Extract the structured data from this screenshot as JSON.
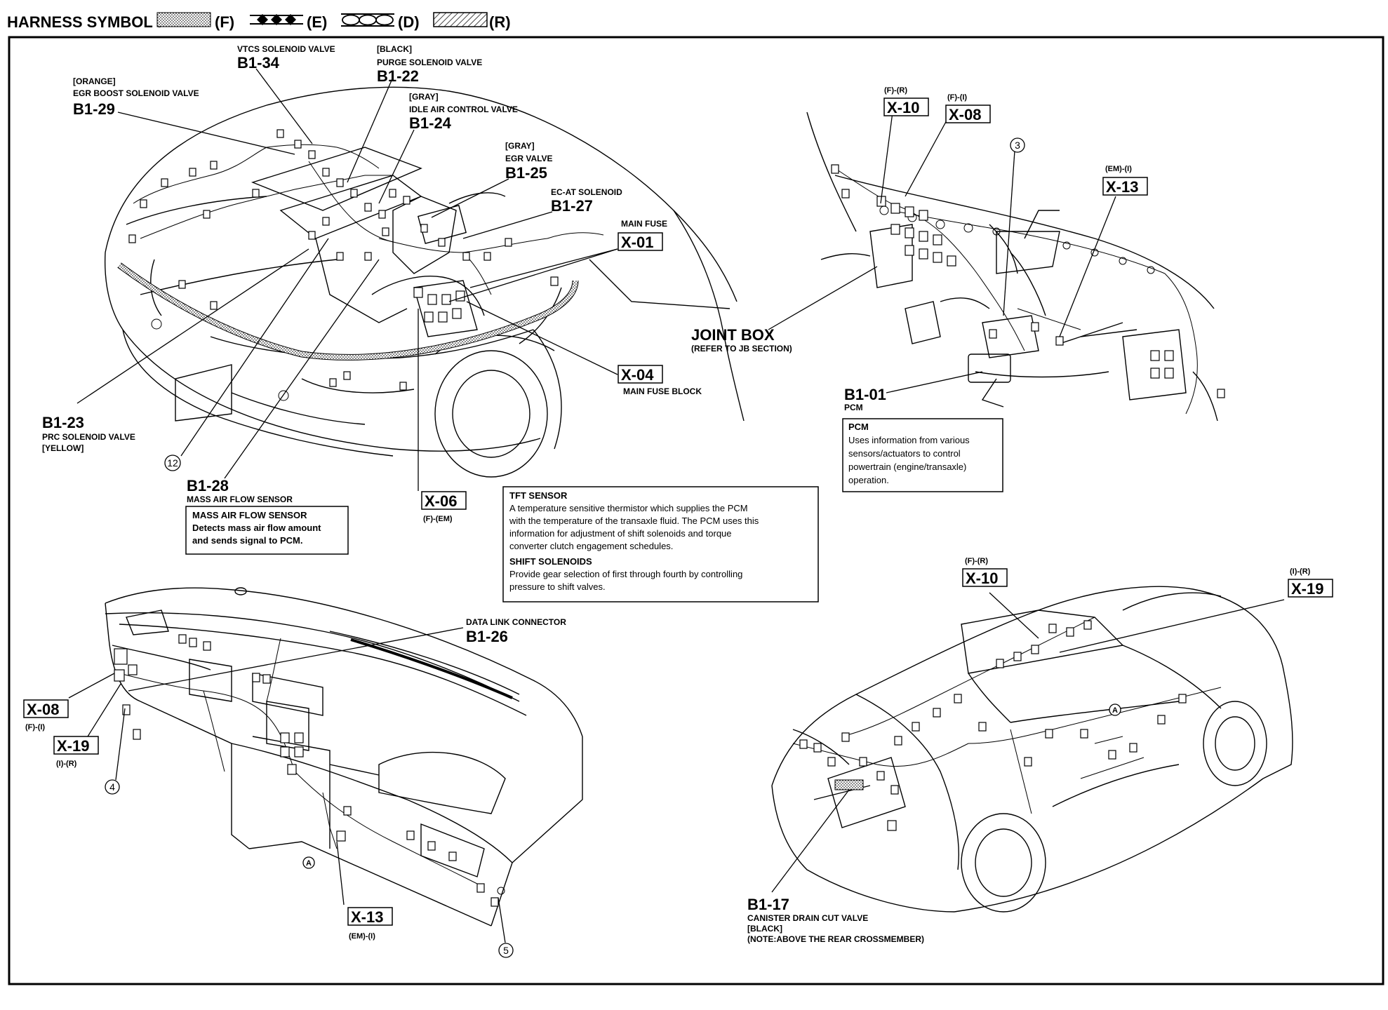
{
  "legend": {
    "title": "HARNESS SYMBOL :",
    "f": "(F)",
    "e": "(E)",
    "d": "(D)",
    "r": "(R)"
  },
  "labels": {
    "vtcs_name": "VTCS SOLENOID VALVE",
    "vtcs_code": "B1-34",
    "purge_color": "[BLACK]",
    "purge_name": "PURGE SOLENOID VALVE",
    "purge_code": "B1-22",
    "egrboost_color": "[ORANGE]",
    "egrboost_name": "EGR BOOST SOLENOID VALVE",
    "egrboost_code": "B1-29",
    "iac_color": "[GRAY]",
    "iac_name": "IDLE AIR CONTROL VALVE",
    "iac_code": "B1-24",
    "egr_color": "[GRAY]",
    "egr_name": "EGR VALVE",
    "egr_code": "B1-25",
    "ecat_name": "EC-AT SOLENOID",
    "ecat_code": "B1-27",
    "mainfuse_name": "MAIN FUSE",
    "mainfuse_code": "X-01",
    "x04_code": "X-04",
    "x04_name": "MAIN FUSE BLOCK",
    "x06_code": "X-06",
    "x06_tag": "(F)-(EM)",
    "prc_code": "B1-23",
    "prc_name": "PRC SOLENOID VALVE",
    "prc_color": "[YELLOW]",
    "maf_code": "B1-28",
    "maf_name": "MASS AIR FLOW SENSOR",
    "circle12": "12",
    "x10a_tag": "(F)-(R)",
    "x10a_code": "X-10",
    "x08a_tag": "(F)-(I)",
    "x08a_code": "X-08",
    "circle3": "3",
    "x13a_tag": "(EM)-(I)",
    "x13a_code": "X-13",
    "jb_name": "JOINT BOX",
    "jb_ref": "(REFER TO JB SECTION)",
    "pcm_code": "B1-01",
    "pcm_name": "PCM",
    "dlc_name": "DATA LINK CONNECTOR",
    "dlc_code": "B1-26",
    "x08b_code": "X-08",
    "x08b_tag": "(F)-(I)",
    "x19b_code": "X-19",
    "x19b_tag": "(I)-(R)",
    "circle4": "4",
    "circle5": "5",
    "x13b_code": "X-13",
    "x13b_tag": "(EM)-(I)",
    "circleA1": "A",
    "x10b_tag": "(F)-(R)",
    "x10b_code": "X-10",
    "x19c_tag": "(I)-(R)",
    "x19c_code": "X-19",
    "circleA2": "A",
    "canister_code": "B1-17",
    "canister_name": "CANISTER DRAIN CUT VALVE",
    "canister_color": "[BLACK]",
    "canister_note": "(NOTE:ABOVE THE REAR CROSSMEMBER)"
  },
  "notes": {
    "maf": {
      "title": "MASS AIR FLOW SENSOR",
      "lines": [
        "Detects mass air flow amount",
        "and sends signal to PCM."
      ]
    },
    "tft": {
      "title1": "TFT SENSOR",
      "lines1": [
        "A temperature sensitive thermistor which supplies the PCM",
        "with the temperature of the transaxle fluid. The PCM uses this",
        "information for adjustment of shift solenoids and torque",
        "converter clutch engagement schedules."
      ],
      "title2": "SHIFT SOLENOIDS",
      "lines2": [
        "Provide gear selection of first through fourth by controlling",
        "pressure to shift valves."
      ]
    },
    "pcm": {
      "title": "PCM",
      "lines": [
        "Uses information from various",
        "sensors/actuators to control",
        "powertrain (engine/transaxle)",
        "operation."
      ]
    }
  }
}
